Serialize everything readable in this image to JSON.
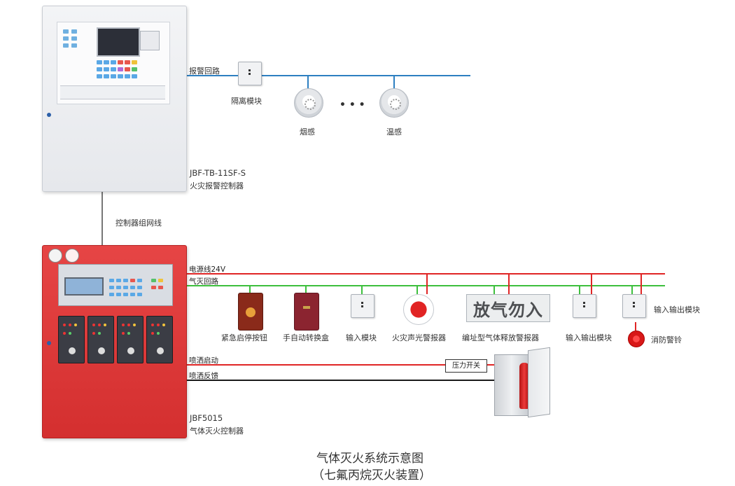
{
  "lines": {
    "alarm_loop": "报警回路",
    "control_network": "控制器组网线",
    "power_24v": "电源线24V",
    "gas_loop": "气灭回路",
    "spray_start": "喷洒启动",
    "spray_feedback": "喷洒反馈"
  },
  "fire_alarm_controller": {
    "model": "JBF-TB-11SF-S",
    "name": "火灾报警控制器"
  },
  "alarm_devices": {
    "isolation_module": "隔离模块",
    "smoke_detector": "烟感",
    "ellipsis": "• • •",
    "heat_detector": "温感"
  },
  "gas_controller": {
    "model": "JBF5015",
    "name": "气体灭火控制器"
  },
  "gas_devices": {
    "emergency_stop": "紧急启停按钮",
    "manual_auto_switch": "手自动转换盒",
    "input_module": "输入模块",
    "sound_light_alarm": "火灾声光警报器",
    "release_sign_text": "放气勿入",
    "release_indicator": "编址型气体释放警报器",
    "io_module_1": "输入输出模块",
    "io_module_2": "输入输出模块",
    "siren_bell": "消防警铃",
    "pressure_switch": "压力开关"
  },
  "title": {
    "line1": "气体灭火系统示意图",
    "line2": "（七氟丙烷灭火装置）"
  },
  "colors": {
    "alarm_loop": "#2d7fc1",
    "power": "#e02525",
    "gas_loop": "#3dbf3d",
    "spray": "#1a1a1a",
    "network": "#777777"
  }
}
